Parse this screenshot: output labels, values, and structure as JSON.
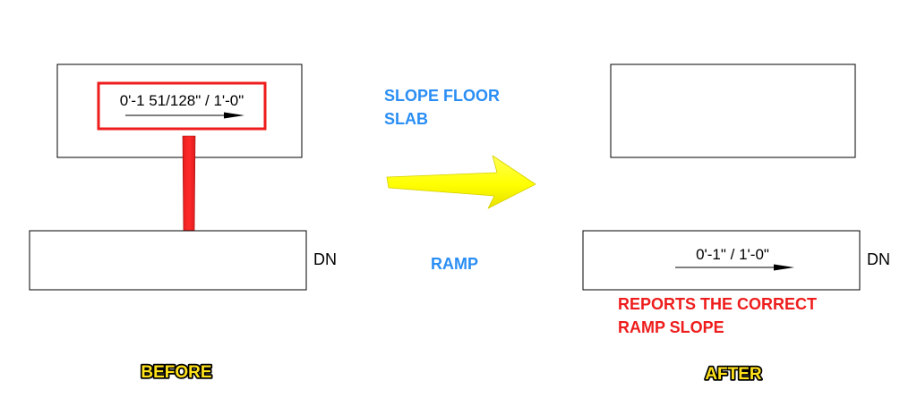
{
  "before": {
    "slope_label": "0'-1 51/128\" / 1'-0\"",
    "dn_label": "DN",
    "caption": "BEFORE"
  },
  "after": {
    "slope_label": "0'-1\" / 1'-0\"",
    "dn_label": "DN",
    "caption": "AFTER",
    "note_line1": "REPORTS THE CORRECT",
    "note_line2": "RAMP SLOPE"
  },
  "callouts": {
    "slope_floor_slab_line1": "SLOPE FLOOR",
    "slope_floor_slab_line2": "SLAB",
    "ramp": "RAMP"
  },
  "colors": {
    "highlight_red": "#ee1c1c",
    "callout_blue": "#2a8ef5",
    "arrow_yellow": "#ffff00",
    "caption_yellow": "#ffe21a"
  }
}
